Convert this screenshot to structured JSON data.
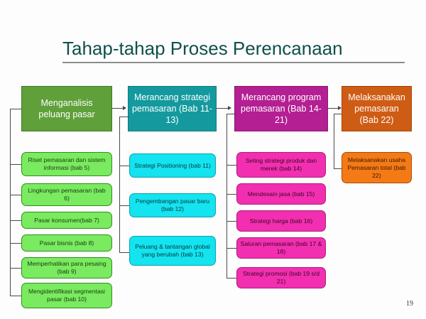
{
  "slide": {
    "title": "Tahap-tahap Proses Perencanaan",
    "page_number": "19",
    "background_color": "#fdfdfd",
    "title_color": "#10504c"
  },
  "diagram": {
    "type": "flowchart",
    "stages": [
      {
        "id": "stage-1",
        "header": "Menganalisis peluang pasar",
        "color": "#5fa03a",
        "sub_color": "#7aea60",
        "items": [
          "Riset pemasaran dan sistem informasi (bab 5)",
          "Lingkungan pemasaran (bab 6)",
          "Pasar konsumen(bab 7)",
          "Pasar bisnis (bab 8)",
          "Memperhatikan para pesaing (bab 9)",
          "Mengidentifikasi segmentasi pasar (bab 10)"
        ]
      },
      {
        "id": "stage-2",
        "header": "Merancang strategi pemasaran (Bab 11-13)",
        "color": "#149a9e",
        "sub_color": "#14e3f0",
        "items": [
          "Strategi Positioning (bab 11)",
          "Pengembangan pasar baru (bab 12)",
          "Peluang & tantangan global yang berubah (bab 13)"
        ]
      },
      {
        "id": "stage-3",
        "header": "Merancang program pemasaran (Bab 14-21)",
        "color": "#b41f93",
        "sub_color": "#f22fb0",
        "items": [
          "Seting strategi produk dan merek (bab 14)",
          "Mendesain jasa (bab 15)",
          "Strategi harga (bab 16)",
          "Saluran pemasaran (bab 17 & 18)",
          "Strategi promosi (bab 19 s/d 21)"
        ]
      },
      {
        "id": "stage-4",
        "header": "Melaksanakan pemasaran (Bab 22)",
        "color": "#cf5c14",
        "sub_color": "#f47a16",
        "items": [
          "Melaksanakan usaha Pemasaran total (bab 22)"
        ]
      }
    ]
  }
}
